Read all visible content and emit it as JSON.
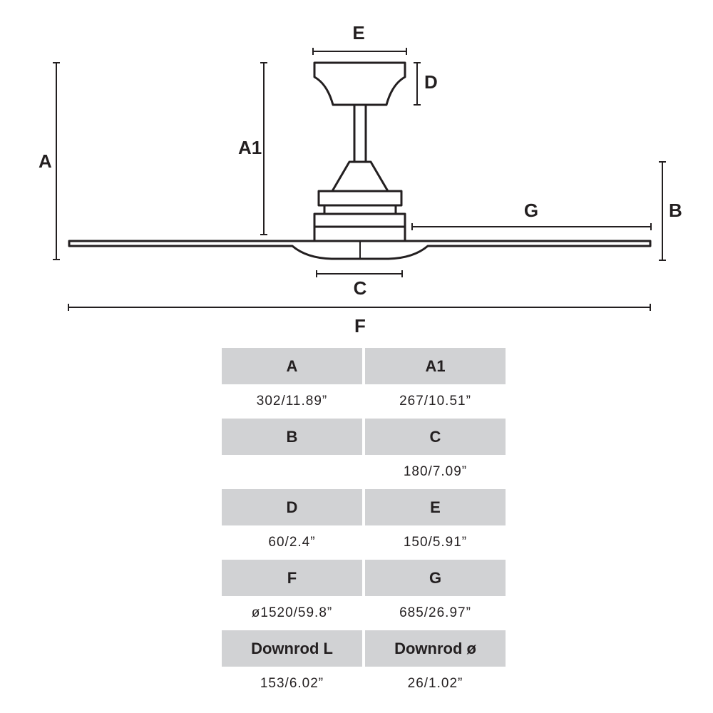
{
  "diagram": {
    "labels": {
      "A": "A",
      "A1": "A1",
      "B": "B",
      "C": "C",
      "D": "D",
      "E": "E",
      "F": "F",
      "G": "G"
    }
  },
  "table": {
    "rows": [
      {
        "headers": [
          "A",
          "A1"
        ],
        "values": [
          "302/11.89”",
          "267/10.51”"
        ]
      },
      {
        "headers": [
          "B",
          "C"
        ],
        "values": [
          "",
          "180/7.09”"
        ]
      },
      {
        "headers": [
          "D",
          "E"
        ],
        "values": [
          "60/2.4”",
          "150/5.91”"
        ]
      },
      {
        "headers": [
          "F",
          "G"
        ],
        "values": [
          "ø1520/59.8”",
          "685/26.97”"
        ]
      },
      {
        "headers": [
          "Downrod L",
          "Downrod ø"
        ],
        "values": [
          "153/6.02”",
          "26/1.02”"
        ]
      }
    ]
  },
  "colors": {
    "line": "#231f20",
    "header_fill": "#d1d2d4"
  }
}
